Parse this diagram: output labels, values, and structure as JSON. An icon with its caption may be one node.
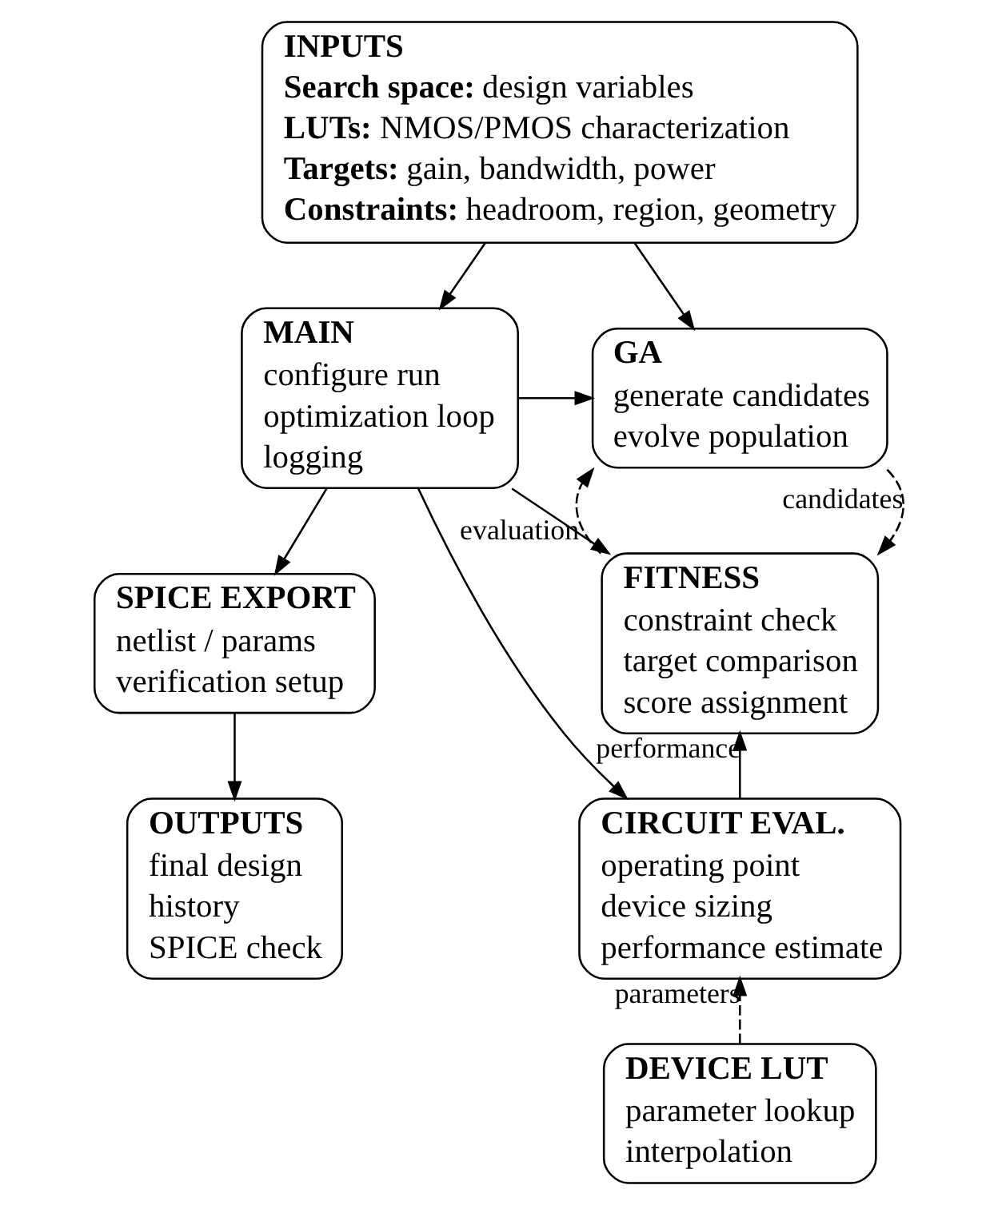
{
  "diagram": {
    "nodes": [
      {
        "text": [
          "INPUTS",
          "**Search space:** design variables",
          "**LUTs:** NMOS/PMOS characterization",
          "**Targets:** gain, bandwidth, power",
          "**Constraints:** headroom, region, geometry"
        ]
      },
      {
        "text": [
          "MAIN",
          "configure run",
          "optimization loop",
          "logging"
        ]
      },
      {
        "text": [
          "GA",
          "generate candidates",
          "evolve population"
        ]
      },
      {
        "text": [
          "FITNESS",
          "constraint check",
          "target comparison",
          "score assignment"
        ]
      },
      {
        "text": [
          "SPICE EXPORT",
          "netlist / params",
          "verification setup"
        ]
      },
      {
        "text": [
          "CIRCUIT EVAL.",
          "operating point",
          "device sizing",
          "performance estimate"
        ]
      },
      {
        "text": [
          "OUTPUTS",
          "final design",
          "history",
          "SPICE check"
        ]
      },
      {
        "text": [
          "DEVICE LUT",
          "parameter lookup",
          "interpolation"
        ]
      }
    ],
    "edges": [
      {
        "from": 0,
        "to": 1,
        "arrow": "to"
      },
      {
        "from": 0,
        "to": 2,
        "arrow": "to"
      },
      {
        "from": 1,
        "to": 2,
        "arrow": "to"
      },
      {
        "from": 1,
        "to": 3,
        "arrow": "to"
      },
      {
        "from": 1,
        "to": 5,
        "arrow": "to"
      },
      {
        "from": 1,
        "to": 4,
        "arrow": "to"
      },
      {
        "from": 4,
        "to": 6,
        "arrow": "to"
      },
      {
        "from": 3,
        "to": 2,
        "arrow": "to",
        "label": "evaluation",
        "style": "dashed"
      },
      {
        "from": 2,
        "to": 3,
        "arrow": "to",
        "label": "candidates",
        "style": "dashed"
      },
      {
        "from": 5,
        "to": 3,
        "arrow": "to",
        "label": "performance"
      },
      {
        "from": 7,
        "to": 5,
        "arrow": "to",
        "label": "parameters",
        "style": "dashed"
      }
    ]
  }
}
